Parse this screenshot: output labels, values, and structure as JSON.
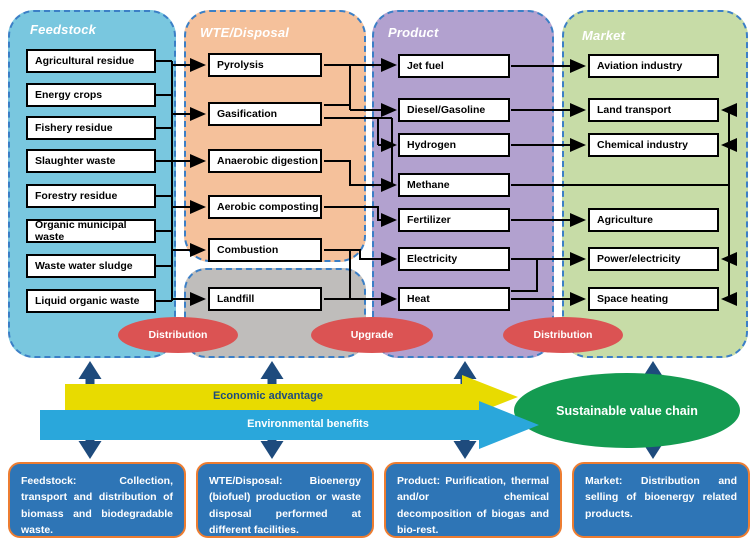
{
  "columns": {
    "feedstock": {
      "title": "Feedstock",
      "items": [
        "Agricultural residue",
        "Energy crops",
        "Fishery residue",
        "Slaughter waste",
        "Forestry residue",
        "Organic municipal waste",
        "Waste water sludge",
        "Liquid organic waste"
      ]
    },
    "wte": {
      "title": "WTE/Disposal",
      "items": [
        "Pyrolysis",
        "Gasification",
        "Anaerobic digestion",
        "Aerobic composting",
        "Combustion"
      ]
    },
    "landfill_zone": {
      "items": [
        "Landfill"
      ]
    },
    "product": {
      "title": "Product",
      "items": [
        "Jet fuel",
        "Diesel/Gasoline",
        "Hydrogen",
        "Methane",
        "Fertilizer",
        "Electricity",
        "Heat"
      ]
    },
    "market": {
      "title": "Market",
      "items": [
        "Aviation industry",
        "Land transport",
        "Chemical industry",
        "Agriculture",
        "Power/electricity",
        "Space heating"
      ]
    }
  },
  "process_labels": [
    {
      "label": "Distribution"
    },
    {
      "label": "Upgrade"
    },
    {
      "label": "Distribution"
    }
  ],
  "banners": {
    "economic": "Economic advantage",
    "environmental": "Environmental benefits"
  },
  "value_chain_label": "Sustainable value chain",
  "footnotes": [
    "Feedstock: Collection, transport and distribution of biomass and biodegradable waste.",
    "WTE/Disposal: Bioenergy (biofuel) production or waste disposal performed at different facilities.",
    "Product: Purification, thermal and/or chemical decomposition of biogas and bio-rest.",
    "Market: Distribution and selling of bioenergy related products."
  ],
  "connections": {
    "feedstock_to_wte": "All feedstock items feed a shared bus with arrows into Pyrolysis, Gasification, Anaerobic digestion, Aerobic composting, Combustion and Landfill",
    "wte_to_product": [
      [
        "Pyrolysis",
        "Jet fuel"
      ],
      [
        "Pyrolysis",
        "Diesel/Gasoline"
      ],
      [
        "Gasification",
        "Diesel/Gasoline"
      ],
      [
        "Gasification",
        "Hydrogen"
      ],
      [
        "Gasification",
        "Methane"
      ],
      [
        "Anaerobic digestion",
        "Methane"
      ],
      [
        "Aerobic composting",
        "Fertilizer"
      ],
      [
        "Combustion",
        "Electricity"
      ],
      [
        "Combustion",
        "Heat"
      ],
      [
        "Landfill",
        "Heat"
      ]
    ],
    "product_to_market": [
      [
        "Jet fuel",
        "Aviation industry"
      ],
      [
        "Diesel/Gasoline",
        "Land transport"
      ],
      [
        "Hydrogen",
        "Chemical industry"
      ],
      [
        "Fertilizer",
        "Agriculture"
      ],
      [
        "Electricity",
        "Power/electricity"
      ],
      [
        "Heat",
        "Power/electricity"
      ],
      [
        "Heat",
        "Space heating"
      ],
      [
        "Methane",
        "Land transport"
      ],
      [
        "Methane",
        "Chemical industry"
      ],
      [
        "Methane",
        "Power/electricity"
      ],
      [
        "Methane",
        "Space heating"
      ]
    ]
  },
  "colors": {
    "feedstock_bg": "#79C7DF",
    "wte_bg": "#F5C19B",
    "landfill_bg": "#BFBDBB",
    "product_bg": "#B2A1CF",
    "market_bg": "#C7DCA7",
    "dashed_border": "#3B7FC6",
    "connector": "#000000",
    "process_ellipse": "#DB5353",
    "navy_arrow": "#1E4B7D",
    "economic_banner": "#E8DB00",
    "environmental_banner": "#2AA7DB",
    "value_chain_green": "#149B51",
    "footer_bg": "#2E75B6",
    "footer_border": "#ED7D31"
  }
}
